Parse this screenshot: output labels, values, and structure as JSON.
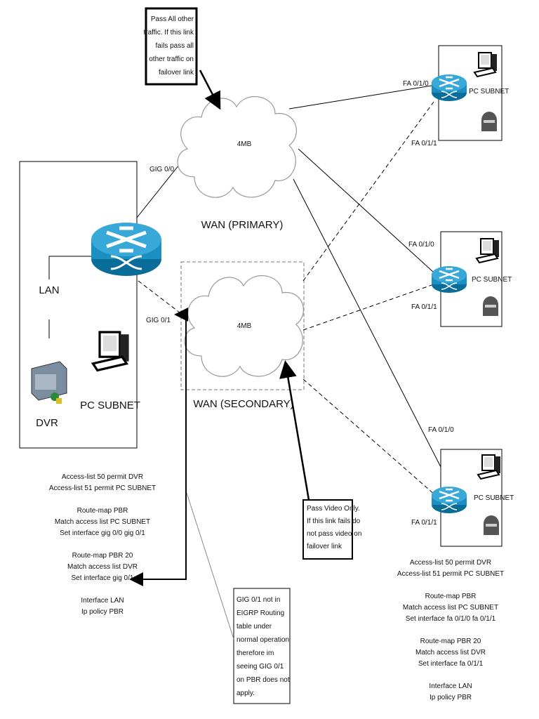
{
  "clouds": {
    "primary": {
      "bandwidth": "4MB",
      "label": "WAN (PRIMARY)"
    },
    "secondary": {
      "bandwidth": "4MB",
      "label": "WAN (SECONDARY)"
    }
  },
  "hq": {
    "gig00": "GIG 0/0",
    "gig01": "GIG 0/1",
    "lan": "LAN",
    "dvr": "DVR",
    "pc_subnet": "PC SUBNET"
  },
  "sites": [
    {
      "fa010": "FA 0/1/0",
      "fa011": "FA 0/1/1",
      "pc_subnet": "PC SUBNET"
    },
    {
      "fa010": "FA 0/1/0",
      "fa011": "FA 0/1/1",
      "pc_subnet": "PC SUBNET"
    },
    {
      "fa010": "FA 0/1/0",
      "fa011": "FA 0/1/1",
      "pc_subnet": "PC SUBNET"
    }
  ],
  "notes": {
    "primary": [
      "Pass All other",
      "traffic. If this link",
      "fails pass all",
      "other traffic  on",
      "failover link"
    ],
    "video": [
      "Pass Video Only.",
      "If this link fails do",
      "not pass video on",
      "failover link"
    ],
    "eigrp": [
      "GIG 0/1 not in",
      "EIGRP Routing",
      "table under",
      "normal operation",
      "therefore im",
      "seeing GIG 0/1",
      "on PBR does not",
      "apply."
    ]
  },
  "config_left": [
    "Access-list 50 permit DVR",
    "Access-list 51 permit PC SUBNET",
    "",
    "Route-map PBR",
    "Match access list PC SUBNET",
    "Set interface gig 0/0 gig 0/1",
    "",
    "Route-map PBR 20",
    "Match access list DVR",
    "Set interface gig 0/1",
    "",
    "Interface LAN",
    "Ip policy PBR"
  ],
  "config_right": [
    "Access-list 50 permit DVR",
    "Access-list 51 permit PC SUBNET",
    "",
    "Route-map PBR",
    "Match access list PC SUBNET",
    "Set interface fa 0/1/0 fa 0/1/1",
    "",
    "Route-map PBR 20",
    "Match access list DVR",
    "Set interface fa 0/1/1",
    "",
    "Interface LAN",
    "Ip policy PBR"
  ],
  "colors": {
    "router": "#1b8fc2",
    "router_dark": "#0a6c99"
  }
}
